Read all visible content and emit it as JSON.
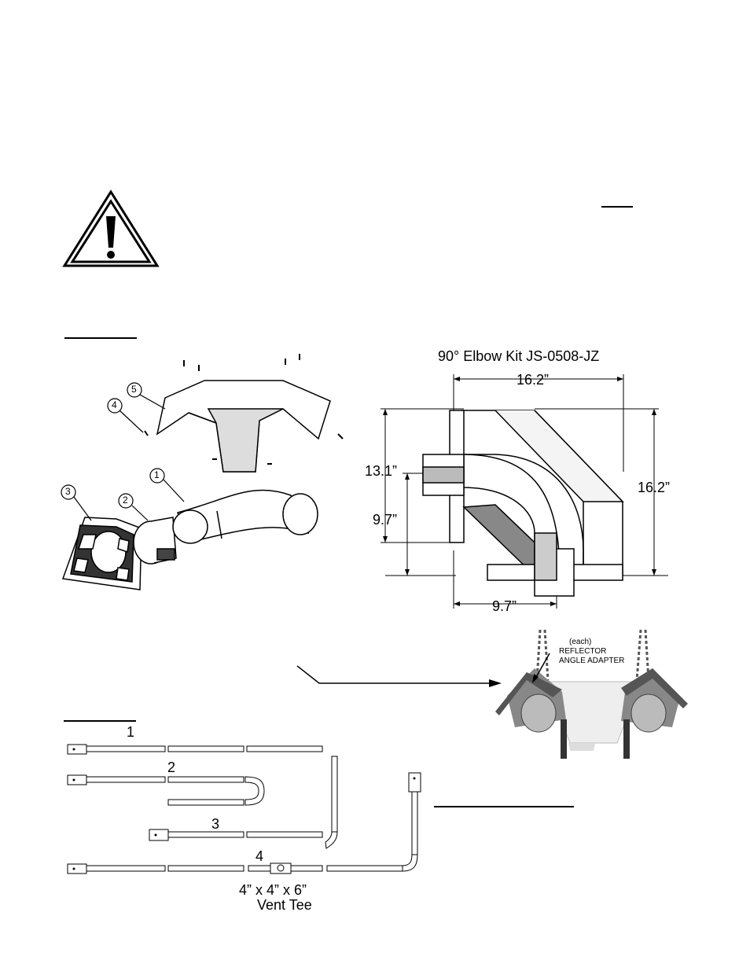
{
  "elbow": {
    "title": "90° Elbow Kit  JS-0508-JZ",
    "dim_top": "16.2”",
    "dim_left_outer": "13.1”",
    "dim_left_inner": "9.7”",
    "dim_right": "16.2”",
    "dim_bottom": "9.7”"
  },
  "callouts": [
    "1",
    "2",
    "3",
    "4",
    "5"
  ],
  "reflector": {
    "each": "(each)",
    "line1": "REFLECTOR",
    "line2": "ANGLE ADAPTER"
  },
  "configs": {
    "labels": [
      "1",
      "2",
      "3",
      "4"
    ],
    "tee_line1": "4” x 4” x 6”",
    "tee_line2": "Vent Tee"
  },
  "icons": [
    "warning-icon"
  ]
}
